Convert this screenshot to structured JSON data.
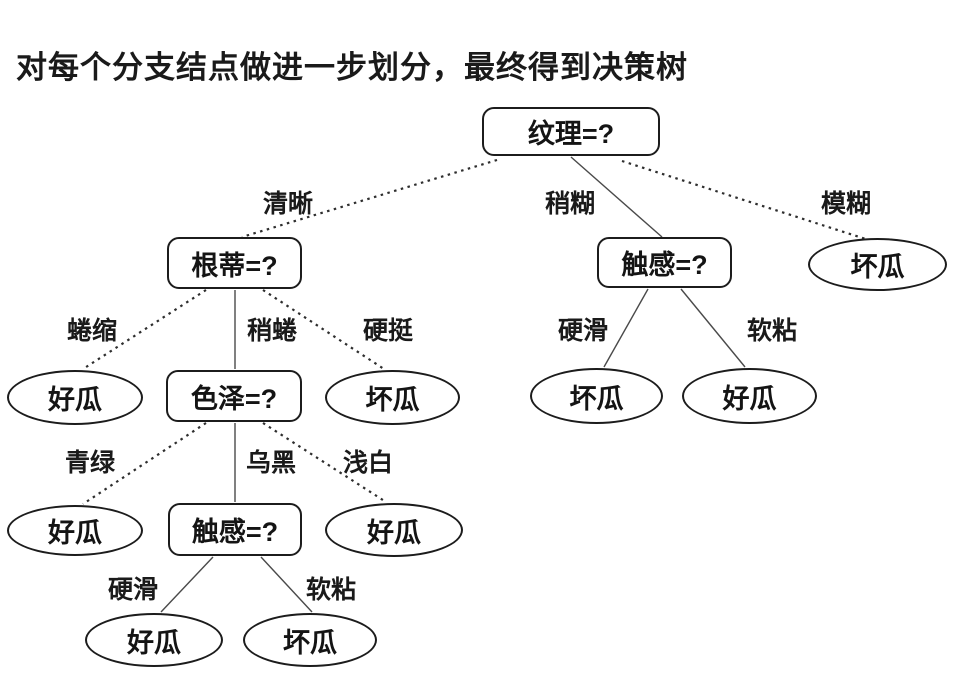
{
  "slide": {
    "title": "对每个分支结点做进一步划分，最终得到决策树"
  },
  "tree": {
    "nodes": {
      "texture": "纹理=?",
      "gendi": "根蒂=?",
      "chugan_right": "触感=?",
      "seze": "色泽=?",
      "chugan_bottom": "触感=?"
    },
    "leaves": {
      "bad_mohu": "坏瓜",
      "good_quansuo": "好瓜",
      "bad_yingting": "坏瓜",
      "bad_yinghua_right": "坏瓜",
      "good_ruanzhan_right": "好瓜",
      "good_qinglv": "好瓜",
      "good_qianbai": "好瓜",
      "good_yinghua_bottom": "好瓜",
      "bad_ruanzhan_bottom": "坏瓜"
    },
    "branches": {
      "qingxi": "清晰",
      "shaohu": "稍糊",
      "mohu": "模糊",
      "quansuo": "蜷缩",
      "shaoquan": "稍蜷",
      "yingting": "硬挺",
      "yinghua_right": "硬滑",
      "ruanzhan_right": "软粘",
      "qinglv": "青绿",
      "wuhei": "乌黑",
      "qianbai": "浅白",
      "yinghua_bottom": "硬滑",
      "ruanzhan_bottom": "软粘"
    },
    "structure": {
      "纹理=?": {
        "清晰": {
          "根蒂=?": {
            "蜷缩": "好瓜",
            "稍蜷": {
              "色泽=?": {
                "青绿": "好瓜",
                "乌黑": {
                  "触感=?": {
                    "硬滑": "好瓜",
                    "软粘": "坏瓜"
                  }
                },
                "浅白": "好瓜"
              }
            },
            "硬挺": "坏瓜"
          }
        },
        "稍糊": {
          "触感=?": {
            "硬滑": "坏瓜",
            "软粘": "好瓜"
          }
        },
        "模糊": "坏瓜"
      }
    },
    "colors": {
      "background": "#ffffff",
      "stroke": "#1c1c1c",
      "text": "#141414"
    }
  }
}
